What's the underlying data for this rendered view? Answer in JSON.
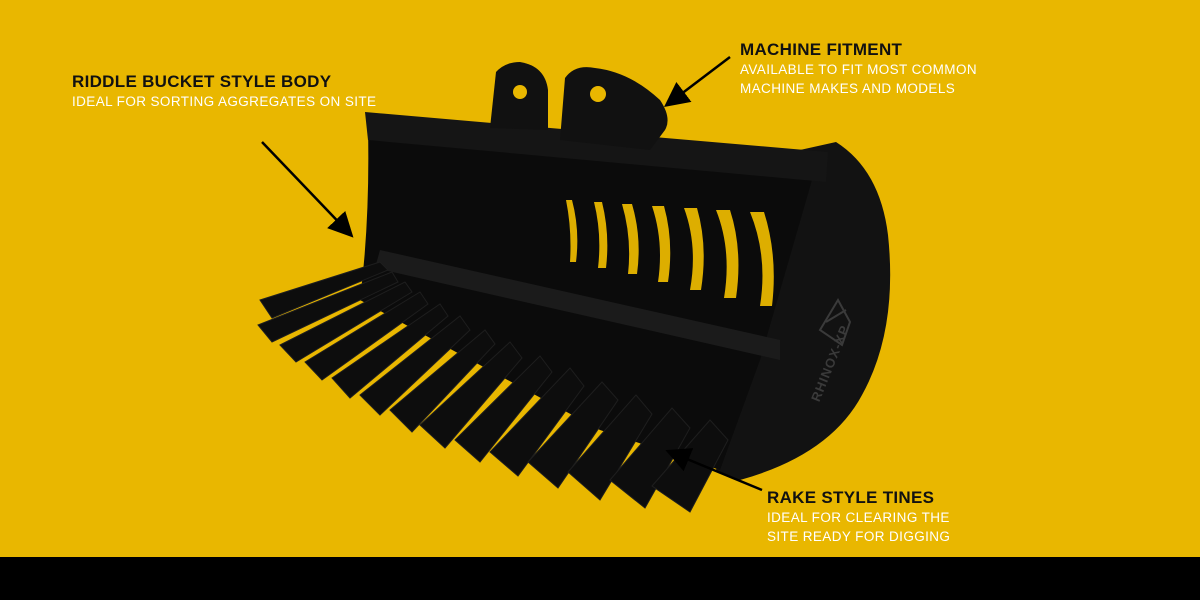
{
  "callouts": {
    "riddle": {
      "title": "RIDDLE BUCKET STYLE BODY",
      "desc": "IDEAL FOR SORTING AGGREGATES ON SITE"
    },
    "machine": {
      "title": "MACHINE FITMENT",
      "desc_line1": "AVAILABLE TO FIT MOST COMMON",
      "desc_line2": "MACHINE MAKES AND MODELS"
    },
    "rake": {
      "title": "RAKE STYLE TINES",
      "desc_line1": "IDEAL FOR CLEARING THE",
      "desc_line2": "SITE READY FOR DIGGING"
    }
  },
  "brand_mark": "RHINOX-XP",
  "colors": {
    "background": "#e9b700",
    "bucket": "#0c0c0c",
    "title_text": "#111111",
    "desc_text": "#ffffff",
    "footer": "#000000"
  }
}
